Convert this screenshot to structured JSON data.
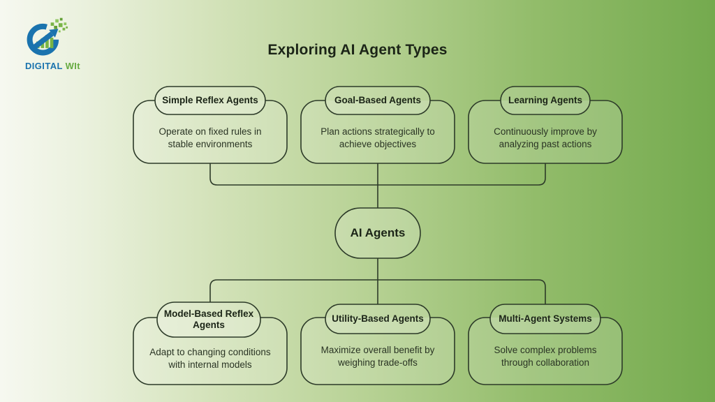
{
  "page": {
    "title": "Exploring AI Agent Types"
  },
  "logo": {
    "brand": "DIGITAL",
    "brand_suffix": "WIt"
  },
  "diagram": {
    "center": {
      "label": "AI Agents"
    },
    "top_row": [
      {
        "title": "Simple Reflex Agents",
        "description": "Operate on fixed rules in\nstable environments"
      },
      {
        "title": "Goal-Based Agents",
        "description": "Plan actions strategically to\nachieve objectives"
      },
      {
        "title": "Learning Agents",
        "description": "Continuously improve by\nanalyzing past actions"
      }
    ],
    "bottom_row": [
      {
        "title": "Model-Based Reflex\nAgents",
        "description": "Adapt to changing conditions\nwith internal models"
      },
      {
        "title": "Utility-Based Agents",
        "description": "Maximize overall benefit by\nweighing trade-offs"
      },
      {
        "title": "Multi-Agent Systems",
        "description": "Solve complex problems\nthrough collaboration"
      }
    ]
  },
  "colors": {
    "background_left": "#f6f8f0",
    "background_right": "#74aa4e",
    "outline": "#2c3a28",
    "title_text": "#1b2417",
    "description_text": "#2a3424",
    "logo_blue": "#1a73ae",
    "logo_green": "#67ab41"
  }
}
